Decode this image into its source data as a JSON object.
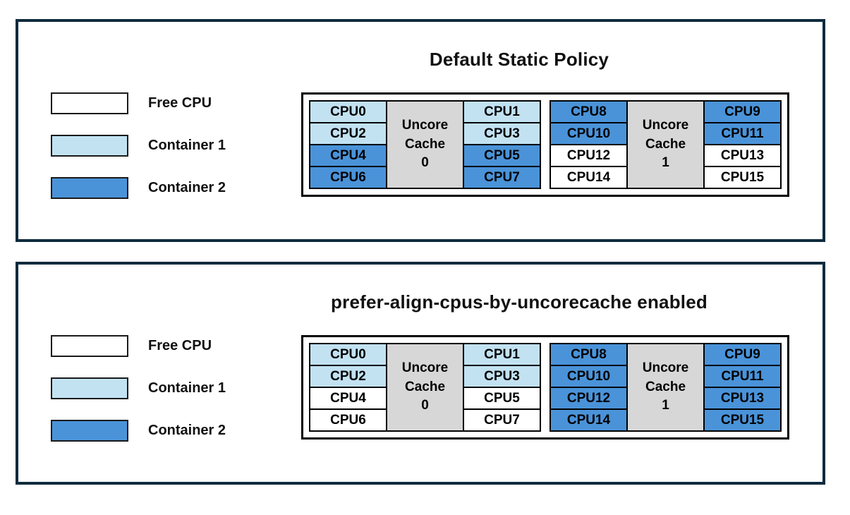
{
  "colors": {
    "panel_border": "#0e2b3d",
    "cell_border": "#000000",
    "free": "#ffffff",
    "container1": "#c2e2f2",
    "container2": "#4a93d9",
    "cache": "#d7d7d7"
  },
  "legend": {
    "items": [
      {
        "key": "free",
        "label": "Free CPU"
      },
      {
        "key": "container1",
        "label": "Container 1"
      },
      {
        "key": "container2",
        "label": "Container 2"
      }
    ]
  },
  "panels": [
    {
      "title": "Default Static Policy",
      "groups": [
        {
          "cache_lines": [
            "Uncore",
            "Cache",
            "0"
          ],
          "left_cpus": [
            {
              "label": "CPU0",
              "state": "container1"
            },
            {
              "label": "CPU2",
              "state": "container1"
            },
            {
              "label": "CPU4",
              "state": "container2"
            },
            {
              "label": "CPU6",
              "state": "container2"
            }
          ],
          "right_cpus": [
            {
              "label": "CPU1",
              "state": "container1"
            },
            {
              "label": "CPU3",
              "state": "container1"
            },
            {
              "label": "CPU5",
              "state": "container2"
            },
            {
              "label": "CPU7",
              "state": "container2"
            }
          ]
        },
        {
          "cache_lines": [
            "Uncore",
            "Cache",
            "1"
          ],
          "left_cpus": [
            {
              "label": "CPU8",
              "state": "container2"
            },
            {
              "label": "CPU10",
              "state": "container2"
            },
            {
              "label": "CPU12",
              "state": "free"
            },
            {
              "label": "CPU14",
              "state": "free"
            }
          ],
          "right_cpus": [
            {
              "label": "CPU9",
              "state": "container2"
            },
            {
              "label": "CPU11",
              "state": "container2"
            },
            {
              "label": "CPU13",
              "state": "free"
            },
            {
              "label": "CPU15",
              "state": "free"
            }
          ]
        }
      ]
    },
    {
      "title": "prefer-align-cpus-by-uncorecache enabled",
      "groups": [
        {
          "cache_lines": [
            "Uncore",
            "Cache",
            "0"
          ],
          "left_cpus": [
            {
              "label": "CPU0",
              "state": "container1"
            },
            {
              "label": "CPU2",
              "state": "container1"
            },
            {
              "label": "CPU4",
              "state": "free"
            },
            {
              "label": "CPU6",
              "state": "free"
            }
          ],
          "right_cpus": [
            {
              "label": "CPU1",
              "state": "container1"
            },
            {
              "label": "CPU3",
              "state": "container1"
            },
            {
              "label": "CPU5",
              "state": "free"
            },
            {
              "label": "CPU7",
              "state": "free"
            }
          ]
        },
        {
          "cache_lines": [
            "Uncore",
            "Cache",
            "1"
          ],
          "left_cpus": [
            {
              "label": "CPU8",
              "state": "container2"
            },
            {
              "label": "CPU10",
              "state": "container2"
            },
            {
              "label": "CPU12",
              "state": "container2"
            },
            {
              "label": "CPU14",
              "state": "container2"
            }
          ],
          "right_cpus": [
            {
              "label": "CPU9",
              "state": "container2"
            },
            {
              "label": "CPU11",
              "state": "container2"
            },
            {
              "label": "CPU13",
              "state": "container2"
            },
            {
              "label": "CPU15",
              "state": "container2"
            }
          ]
        }
      ]
    }
  ]
}
